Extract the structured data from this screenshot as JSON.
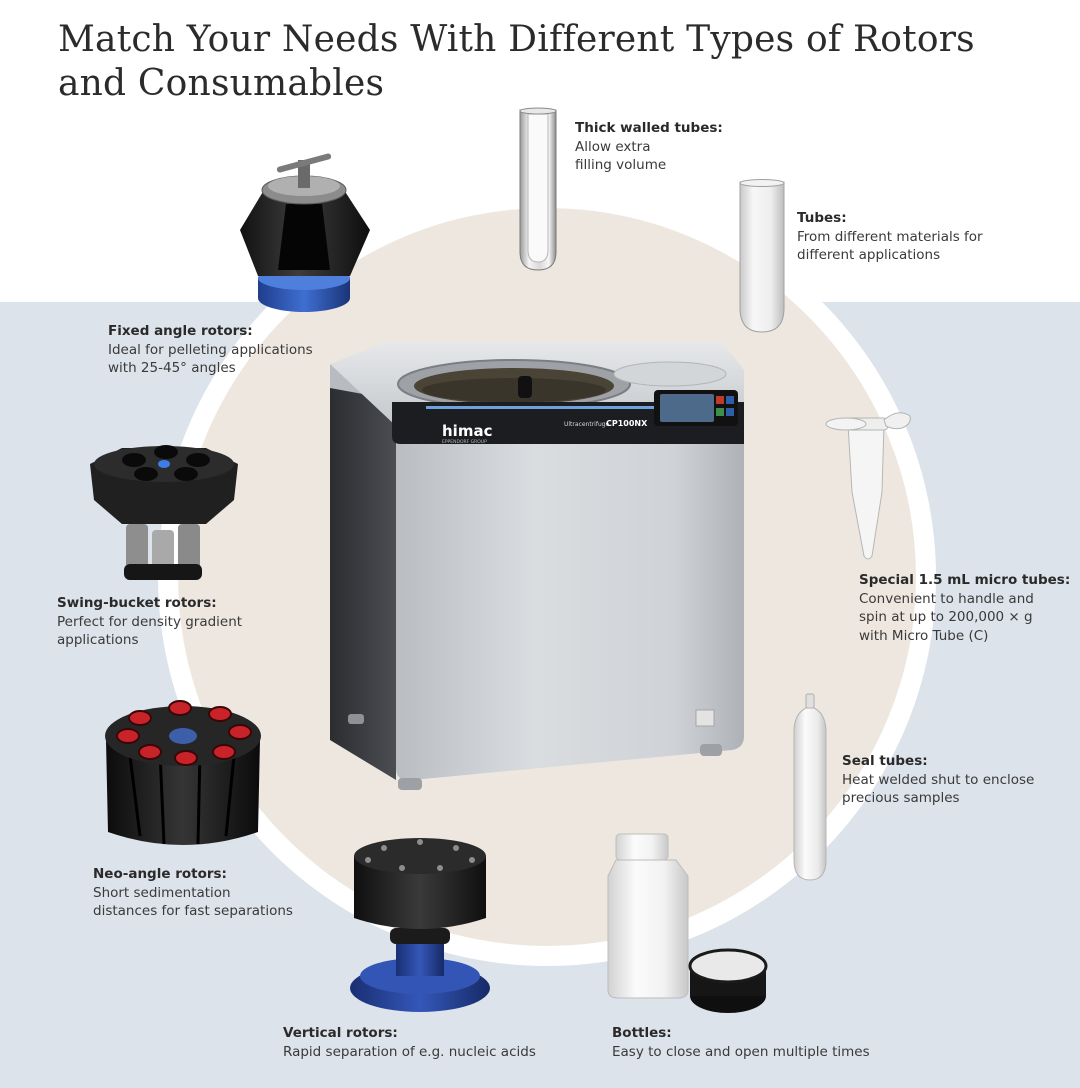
{
  "title": "Match Your Needs With Different Types of Rotors and Consumables",
  "centrifuge": {
    "brand": "himac",
    "brand_sub": "EPPENDORF GROUP",
    "model_prefix": "Ultracentrifuge",
    "model": "CP100NX"
  },
  "items": [
    {
      "id": "thick-walled-tubes",
      "title": "Thick walled tubes:",
      "description": "Allow extra\nfilling volume"
    },
    {
      "id": "tubes",
      "title": "Tubes:",
      "description": "From different materials for\ndifferent applications"
    },
    {
      "id": "fixed-angle-rotors",
      "title": "Fixed angle rotors:",
      "description": "Ideal for pelleting applications\nwith 25-45° angles"
    },
    {
      "id": "swing-bucket-rotors",
      "title": "Swing-bucket rotors:",
      "description": "Perfect for density gradient\napplications"
    },
    {
      "id": "micro-tubes",
      "title": "Special 1.5 mL micro tubes:",
      "description": "Convenient to handle and\nspin at up to 200,000 × g\nwith Micro Tube (C)"
    },
    {
      "id": "seal-tubes",
      "title": "Seal tubes:",
      "description": "Heat welded shut to enclose\nprecious samples"
    },
    {
      "id": "neo-angle-rotors",
      "title": "Neo-angle rotors:",
      "description": "Short sedimentation\ndistances for fast separations"
    },
    {
      "id": "vertical-rotors",
      "title": "Vertical rotors:",
      "description": "Rapid separation of e.g. nucleic acids"
    },
    {
      "id": "bottles",
      "title": "Bottles:",
      "description": "Easy to close and open multiple times"
    }
  ]
}
